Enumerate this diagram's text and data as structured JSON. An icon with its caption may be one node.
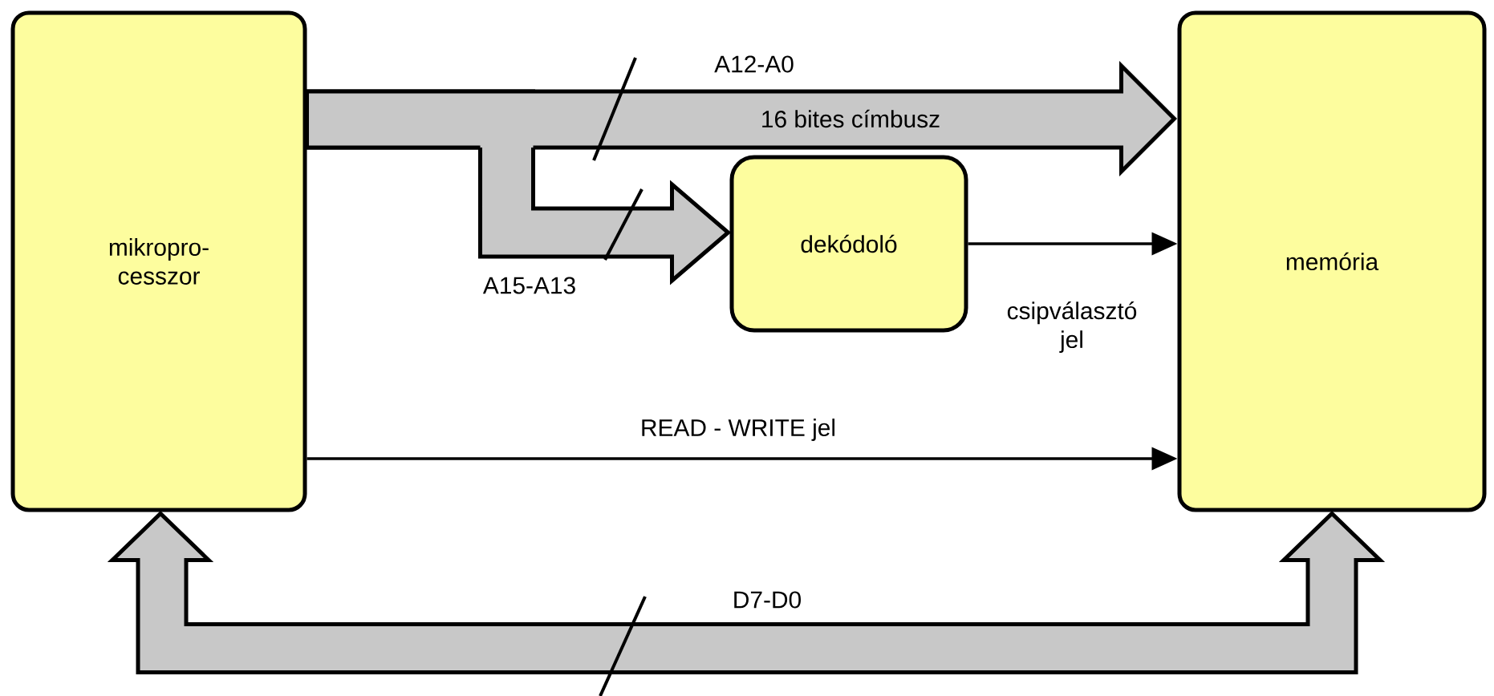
{
  "diagram": {
    "nodes": [
      {
        "text": [
          "mikropro- cesszor"
        ]
      },
      {
        "text": [
          "memória"
        ]
      },
      {
        "text": [
          "dekódoló"
        ]
      }
    ],
    "edges": [
      {
        "from": 0,
        "to": 1,
        "arrow": "to",
        "label": "A12-A0",
        "style": "thick"
      },
      {
        "from": 0,
        "to": 2,
        "arrow": "to",
        "label": "A15-A13",
        "style": "thick"
      },
      {
        "from": 2,
        "to": 1,
        "arrow": "to",
        "label": "csipválasztó jel"
      },
      {
        "from": 0,
        "to": 1,
        "arrow": "to",
        "label": "READ - WRITE jel"
      },
      {
        "from": 0,
        "to": 1,
        "arrow": "both",
        "label": "D7-D0",
        "style": "thick"
      }
    ],
    "labels": [
      "16 bites címbusz"
    ]
  }
}
